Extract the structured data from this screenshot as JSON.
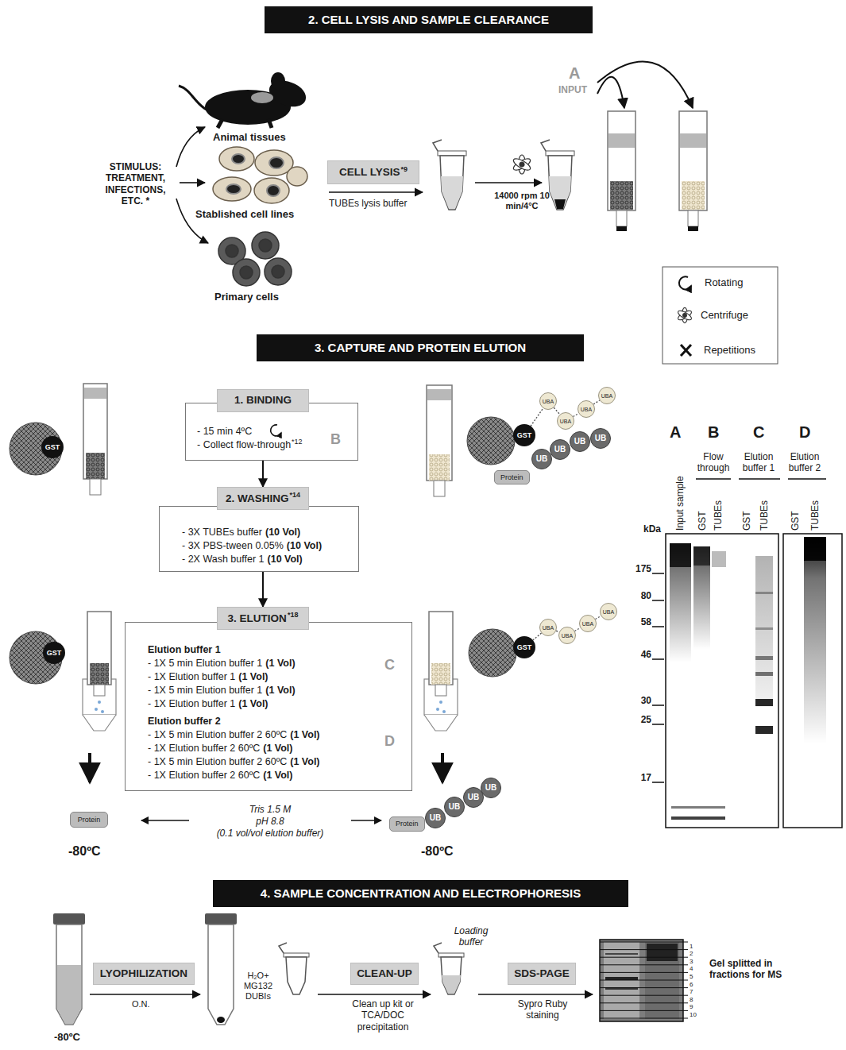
{
  "diagram": {
    "nodes": [
      {
        "text": [
          "2. CELL LYSIS AND SAMPLE CLEARANCE"
        ]
      },
      {
        "text": [
          "CELL LYSIS",
          "*9"
        ]
      },
      {
        "text": [
          "3. CAPTURE AND PROTEIN ELUTION"
        ]
      },
      {
        "text": [
          "GST"
        ]
      },
      {
        "text": [
          "- 15 min 4ºC",
          "- Collect flow-through",
          "*12",
          "B"
        ]
      },
      {
        "text": [
          "1. BINDING"
        ],
        "in": 4
      },
      {
        "text": [
          "GST"
        ]
      },
      {
        "text": [
          "UBA"
        ]
      },
      {
        "text": [
          "UBA"
        ]
      },
      {
        "text": [
          "UBA"
        ]
      },
      {
        "text": [
          "UBA"
        ]
      },
      {
        "text": [
          "UB"
        ]
      },
      {
        "text": [
          "UB"
        ]
      },
      {
        "text": [
          "UB"
        ]
      },
      {
        "text": [
          "UB"
        ]
      },
      {
        "text": [
          "Protein"
        ]
      },
      {
        "text": [
          "- 3X TUBEs buffer",
          "(10 Vol)",
          "- 3X PBS-tween 0.05%",
          "(10 Vol)",
          "- 2X Wash buffer 1",
          "(10 Vol)"
        ]
      },
      {
        "text": [
          "2. WASHING",
          "*14"
        ],
        "in": 16
      },
      {
        "text": [
          "GST"
        ]
      },
      {
        "text": [
          "Elution buffer 1",
          "- 1X 5 min Elution buffer 1",
          "(1 Vol)",
          "- 1X Elution buffer 1",
          "(1 Vol)",
          "- 1X 5 min Elution buffer 1",
          "(1 Vol)",
          "- 1X Elution buffer 1",
          "(1 Vol)",
          "Elution buffer 2",
          "- 1X 5 min Elution buffer 2 60ºC",
          "(1 Vol)",
          "- 1X Elution buffer 2 60ºC",
          "(1 Vol)",
          "- 1X 5 min Elution buffer 2 60ºC",
          "(1 Vol)",
          "- 1X Elution buffer 2 60ºC",
          "(1 Vol)",
          "C",
          "D"
        ]
      },
      {
        "text": [
          "3. ELUTION",
          "*18"
        ],
        "in": 19
      },
      {
        "text": [
          "GST"
        ]
      },
      {
        "text": [
          "UBA"
        ]
      },
      {
        "text": [
          "UBA"
        ]
      },
      {
        "text": [
          "UBA"
        ]
      },
      {
        "text": [
          "UBA"
        ]
      },
      {
        "text": [
          "Protein"
        ]
      },
      {
        "text": [
          "Protein"
        ]
      },
      {
        "text": [
          "UB"
        ]
      },
      {
        "text": [
          "UB"
        ]
      },
      {
        "text": [
          "UB"
        ]
      },
      {
        "text": [
          "UB"
        ]
      },
      {
        "text": [
          "4. SAMPLE CONCENTRATION AND ELECTROPHORESIS"
        ]
      },
      {
        "text": [
          "LYOPHILIZATION"
        ]
      },
      {
        "text": [
          "CLEAN-UP"
        ]
      },
      {
        "text": [
          "SDS-PAGE"
        ]
      }
    ],
    "edges": [
      {
        "from": 4,
        "to": 17,
        "arrow": "to"
      },
      {
        "from": 16,
        "to": 20,
        "arrow": "to"
      },
      {
        "from": 6,
        "to": 7,
        "arrow": "none"
      },
      {
        "from": 7,
        "to": 8,
        "arrow": "none"
      },
      {
        "from": 8,
        "to": 9,
        "arrow": "none"
      },
      {
        "from": 9,
        "to": 10,
        "arrow": "none"
      },
      {
        "from": 21,
        "to": 22,
        "arrow": "none"
      },
      {
        "from": 22,
        "to": 23,
        "arrow": "none"
      },
      {
        "from": 23,
        "to": 24,
        "arrow": "none"
      },
      {
        "from": 24,
        "to": 25,
        "arrow": "none"
      }
    ],
    "labels": [
      "STIMULUS: TREATMENT, INFECTIONS, ETC. *",
      "Animal tissues",
      "Stablished cell lines",
      "Primary cells",
      "TUBEs lysis buffer",
      "14000 rpm 10 min/4°C",
      "A",
      "INPUT",
      "A",
      "B",
      "C",
      "D",
      "Flow through",
      "Elution buffer 1",
      "Elution buffer 2",
      "kDa",
      "175",
      "80",
      "58",
      "46",
      "30",
      "25",
      "17",
      "Input sample",
      "GST",
      "TUBEs",
      "GST",
      "TUBEs",
      "GST",
      "TUBEs",
      "Tris 1.5 M",
      "pH 8.8",
      "(0.1 vol/vol elution buffer)",
      "-80ºC",
      "-80ºC",
      "O.N.",
      "H₂O+ MG132 DUBIs",
      "Clean up kit or TCA/DOC precipitation",
      "Loading buffer",
      "Sypro Ruby staining",
      "-80ºC",
      "1",
      "2",
      "3",
      "4",
      "5",
      "6",
      "7",
      "8",
      "9",
      "10",
      "Gel splitted in fractions for MS"
    ],
    "legend": [
      {
        "text": "Rotating"
      },
      {
        "text": "Centrifuge"
      },
      {
        "text": "Repetitions"
      }
    ]
  }
}
